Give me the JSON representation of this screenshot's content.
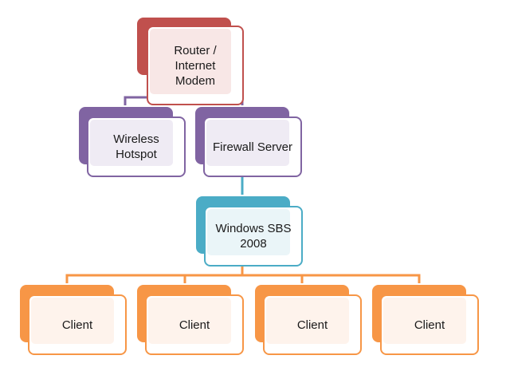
{
  "diagram": {
    "colors": {
      "red": "#c0504d",
      "purple": "#8064a2",
      "teal": "#4bacc6",
      "orange": "#f79646"
    },
    "nodes": {
      "router": {
        "label": "Router /\nInternet\nModem"
      },
      "wireless": {
        "label": "Wireless\nHotspot"
      },
      "firewall": {
        "label": "Firewall Server"
      },
      "sbs": {
        "label": "Windows SBS\n2008"
      },
      "client1": {
        "label": "Client"
      },
      "client2": {
        "label": "Client"
      },
      "client3": {
        "label": "Client"
      },
      "client4": {
        "label": "Client"
      }
    }
  }
}
